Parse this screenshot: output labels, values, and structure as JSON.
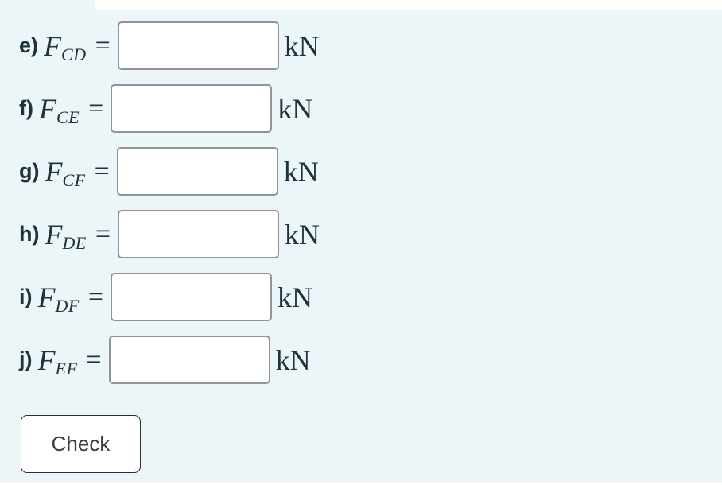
{
  "page": {
    "background_color": "#ecf5f8",
    "text_color": "#1e333c"
  },
  "rows": [
    {
      "prefix": "e)",
      "symbol": "F",
      "subscript": "CD",
      "equals": "=",
      "unit": "kN",
      "input_value": ""
    },
    {
      "prefix": "f)",
      "symbol": "F",
      "subscript": "CE",
      "equals": "=",
      "unit": "kN",
      "input_value": ""
    },
    {
      "prefix": "g)",
      "symbol": "F",
      "subscript": "CF",
      "equals": "=",
      "unit": "kN",
      "input_value": ""
    },
    {
      "prefix": "h)",
      "symbol": "F",
      "subscript": "DE",
      "equals": "=",
      "unit": "kN",
      "input_value": ""
    },
    {
      "prefix": "i)",
      "symbol": "F",
      "subscript": "DF",
      "equals": "=",
      "unit": "kN",
      "input_value": ""
    },
    {
      "prefix": "j)",
      "symbol": "F",
      "subscript": "EF",
      "equals": "=",
      "unit": "kN",
      "input_value": ""
    }
  ],
  "check_button": {
    "label": "Check"
  }
}
